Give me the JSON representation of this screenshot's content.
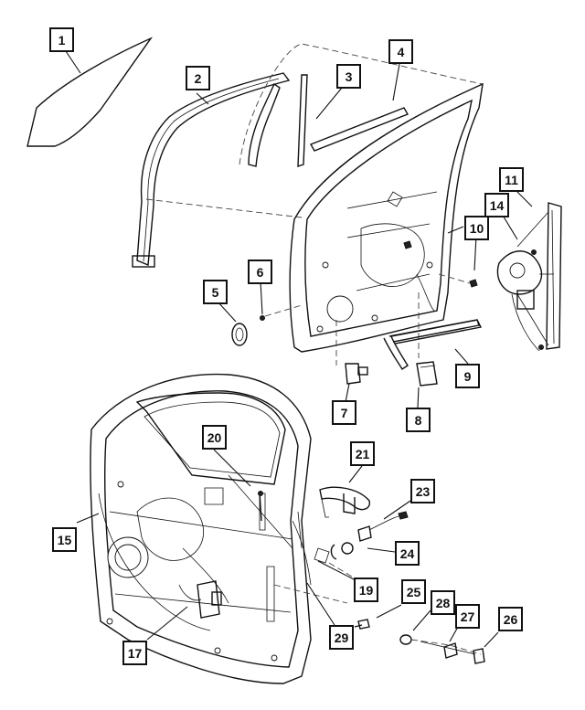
{
  "callouts": [
    {
      "id": "c1",
      "label": "1"
    },
    {
      "id": "c2",
      "label": "2"
    },
    {
      "id": "c3",
      "label": "3"
    },
    {
      "id": "c4",
      "label": "4"
    },
    {
      "id": "c5",
      "label": "5"
    },
    {
      "id": "c6",
      "label": "6"
    },
    {
      "id": "c7",
      "label": "7"
    },
    {
      "id": "c8",
      "label": "8"
    },
    {
      "id": "c9",
      "label": "9"
    },
    {
      "id": "c10",
      "label": "10"
    },
    {
      "id": "c11",
      "label": "11"
    },
    {
      "id": "c14",
      "label": "14"
    },
    {
      "id": "c15",
      "label": "15"
    },
    {
      "id": "c17",
      "label": "17"
    },
    {
      "id": "c19",
      "label": "19"
    },
    {
      "id": "c20",
      "label": "20"
    },
    {
      "id": "c21",
      "label": "21"
    },
    {
      "id": "c23",
      "label": "23"
    },
    {
      "id": "c24",
      "label": "24"
    },
    {
      "id": "c25",
      "label": "25"
    },
    {
      "id": "c26",
      "label": "26"
    },
    {
      "id": "c27",
      "label": "27"
    },
    {
      "id": "c28",
      "label": "28"
    },
    {
      "id": "c29",
      "label": "29"
    }
  ]
}
